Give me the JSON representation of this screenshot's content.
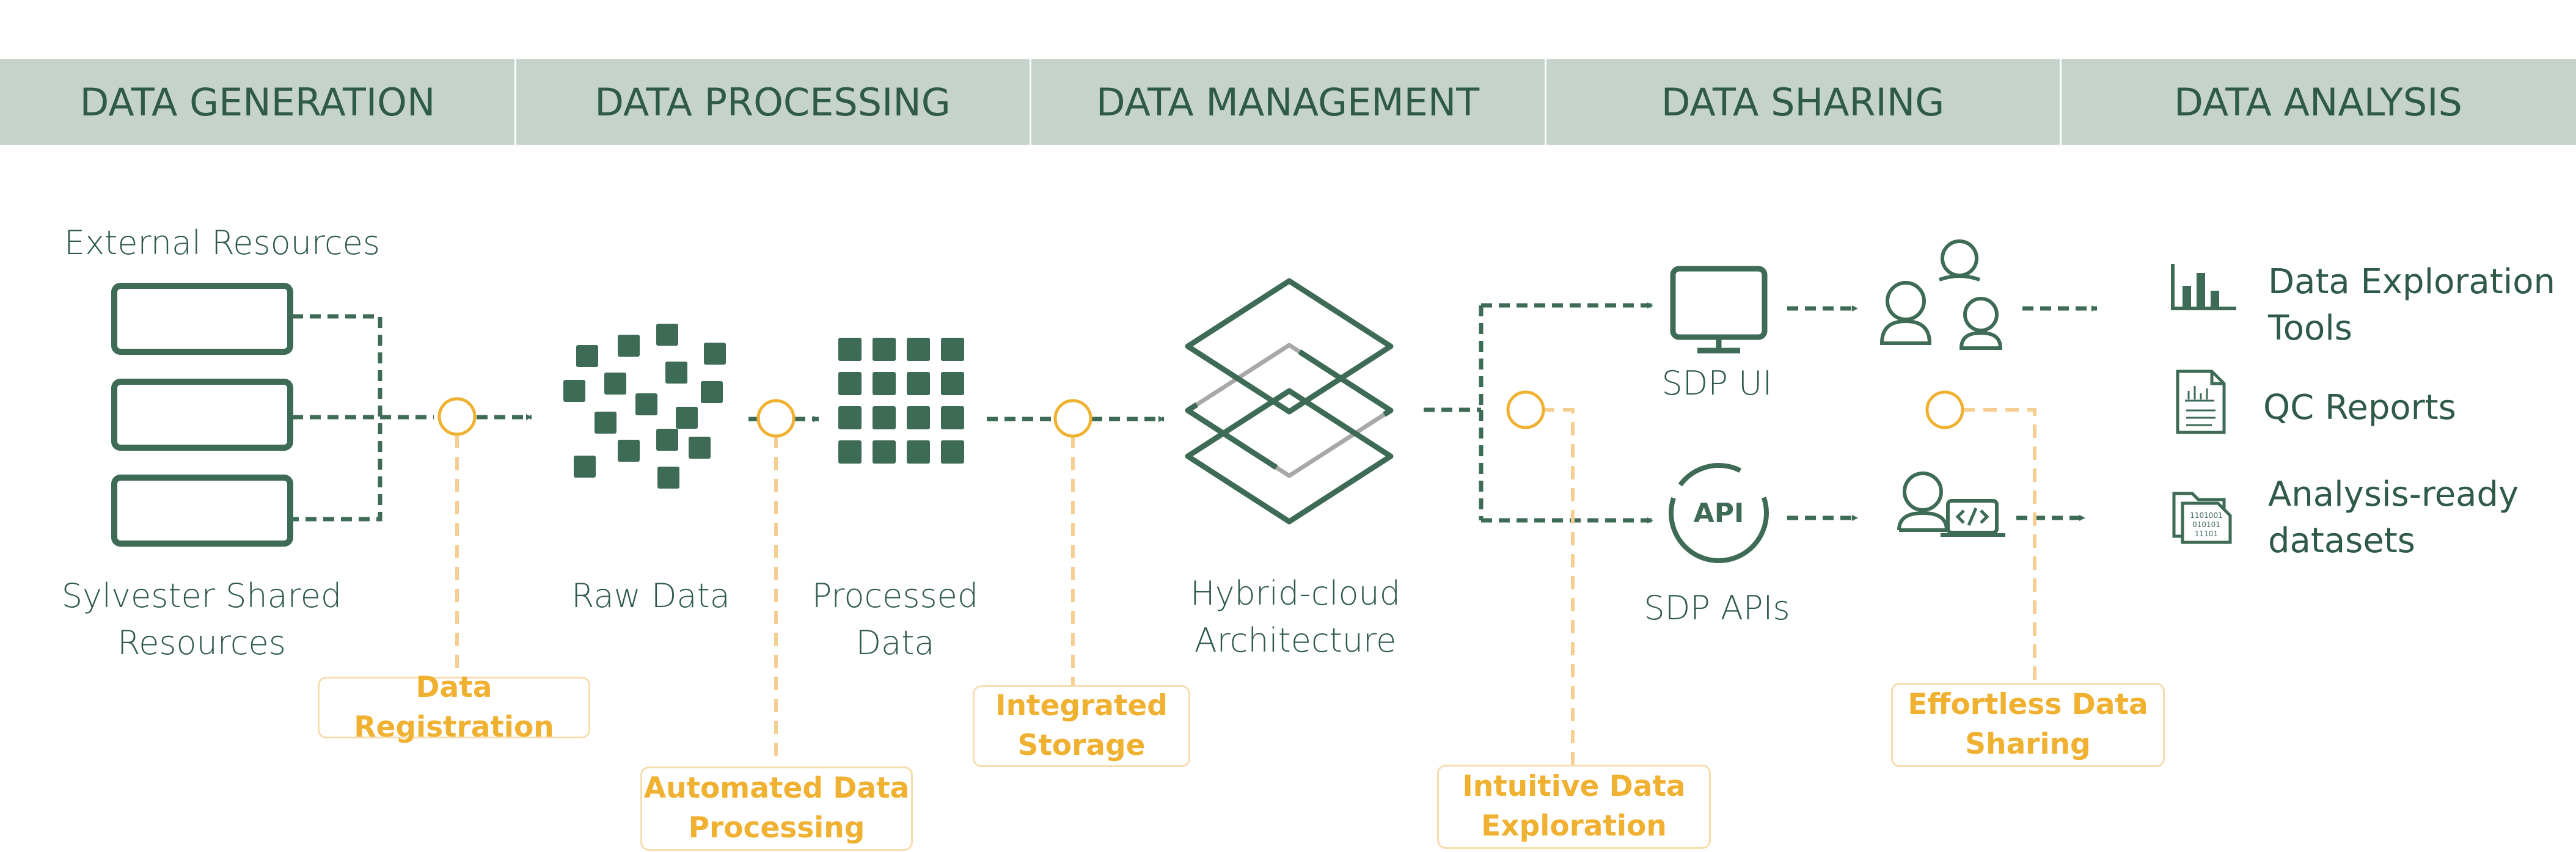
{
  "header": {
    "stages": [
      "DATA GENERATION",
      "DATA PROCESSING",
      "DATA MANAGEMENT",
      "DATA SHARING",
      "DATA ANALYSIS"
    ]
  },
  "nodes": {
    "external": "External Resources",
    "sylvester_1": "Sylvester Shared",
    "sylvester_2": "Resources",
    "raw": "Raw Data",
    "processed_1": "Processed",
    "processed_2": "Data",
    "hybrid_1": "Hybrid-cloud",
    "hybrid_2": "Architecture",
    "sdp_ui": "SDP UI",
    "sdp_apis": "SDP APIs",
    "api_badge": "API"
  },
  "outputs": {
    "exploration_1": "Data Exploration",
    "exploration_2": "Tools",
    "qc": "QC Reports",
    "datasets_1": "Analysis-ready",
    "datasets_2": "datasets",
    "binary_1": "1101001",
    "binary_2": "010101",
    "binary_3": "11101"
  },
  "features": {
    "registration": "Data Registration",
    "automated_1": "Automated Data",
    "automated_2": "Processing",
    "storage_1": "Integrated",
    "storage_2": "Storage",
    "exploration_1": "Intuitive Data",
    "exploration_2": "Exploration",
    "sharing_1": "Effortless Data",
    "sharing_2": "Sharing"
  },
  "colors": {
    "green": "#3e6b55",
    "header_bg": "#c5d3cb",
    "header_text": "#2f5a48",
    "accent_orange": "#f0b030",
    "dashed_orange": "#f5cf92",
    "layer_grey": "#a8a8a8"
  },
  "icons": [
    "monitor-icon",
    "users-icon",
    "api-icon",
    "developer-laptop-icon",
    "bar-chart-icon",
    "report-icon",
    "dataset-files-icon"
  ]
}
